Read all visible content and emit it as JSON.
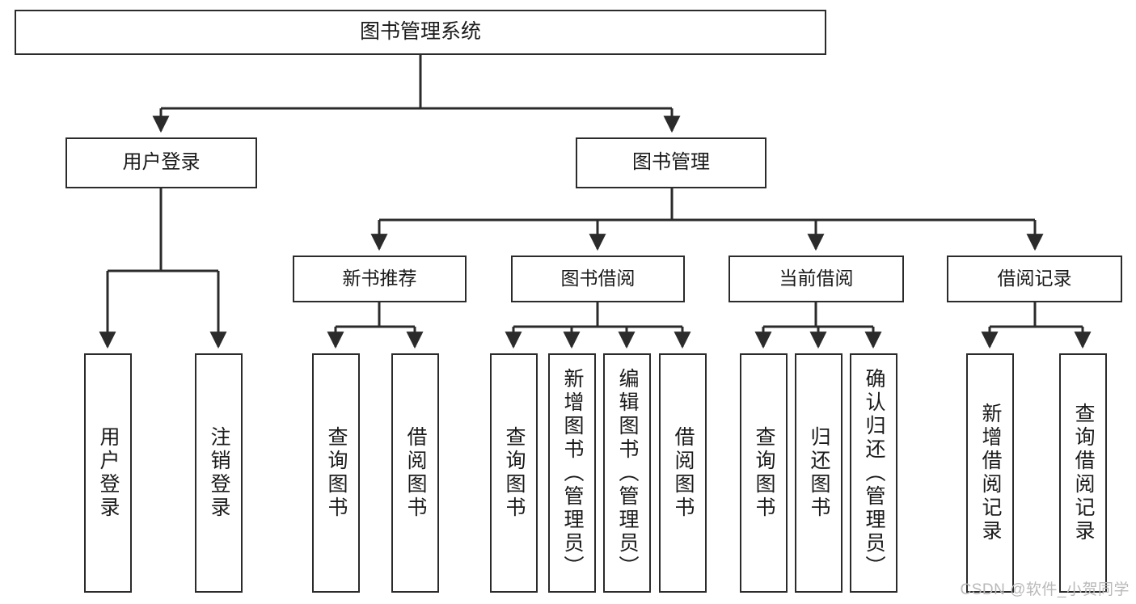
{
  "diagram": {
    "type": "hierarchy-tree",
    "title": "图书管理系统",
    "watermark": "CSDN @软件_小贺同学",
    "colors": {
      "stroke": "#2b2b2b",
      "fill": "#ffffff",
      "text": "#1a1a1a",
      "watermark": "#b9b9b9"
    },
    "nodes": {
      "root": {
        "label": "图书管理系统"
      },
      "level2": [
        {
          "label": "用户登录"
        },
        {
          "label": "图书管理"
        }
      ],
      "level3": [
        {
          "label": "新书推荐"
        },
        {
          "label": "图书借阅"
        },
        {
          "label": "当前借阅"
        },
        {
          "label": "借阅记录"
        }
      ],
      "leaves": {
        "user_login": [
          {
            "label": "用户登录"
          },
          {
            "label": "注销登录"
          }
        ],
        "new_book": [
          {
            "label": "查询图书"
          },
          {
            "label": "借阅图书"
          }
        ],
        "book_borrow": [
          {
            "label": "查询图书"
          },
          {
            "label": "新增图书（管理员）"
          },
          {
            "label": "编辑图书（管理员）"
          },
          {
            "label": "借阅图书"
          }
        ],
        "current_borrow": [
          {
            "label": "查询图书"
          },
          {
            "label": "归还图书"
          },
          {
            "label": "确认归还（管理员）"
          }
        ],
        "borrow_record": [
          {
            "label": "新增借阅记录"
          },
          {
            "label": "查询借阅记录"
          }
        ]
      }
    }
  }
}
